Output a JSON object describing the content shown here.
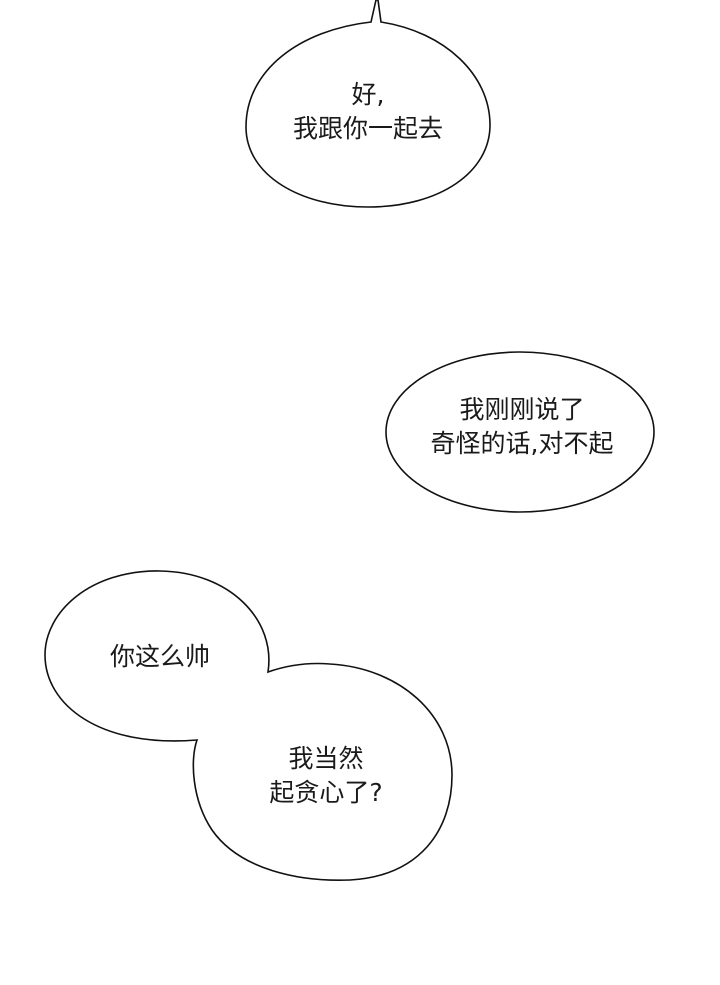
{
  "panel": {
    "background": "#ffffff",
    "outline_color": "#111111"
  },
  "bubbles": [
    {
      "id": "bubble-1",
      "lines": [
        "好,",
        "我跟你一起去"
      ]
    },
    {
      "id": "bubble-2",
      "lines": [
        "我刚刚说了",
        "奇怪的话,对不起"
      ]
    },
    {
      "id": "bubble-3a",
      "lines": [
        "你这么帅"
      ]
    },
    {
      "id": "bubble-3b",
      "lines": [
        "我当然",
        "起贪心了?"
      ]
    }
  ]
}
